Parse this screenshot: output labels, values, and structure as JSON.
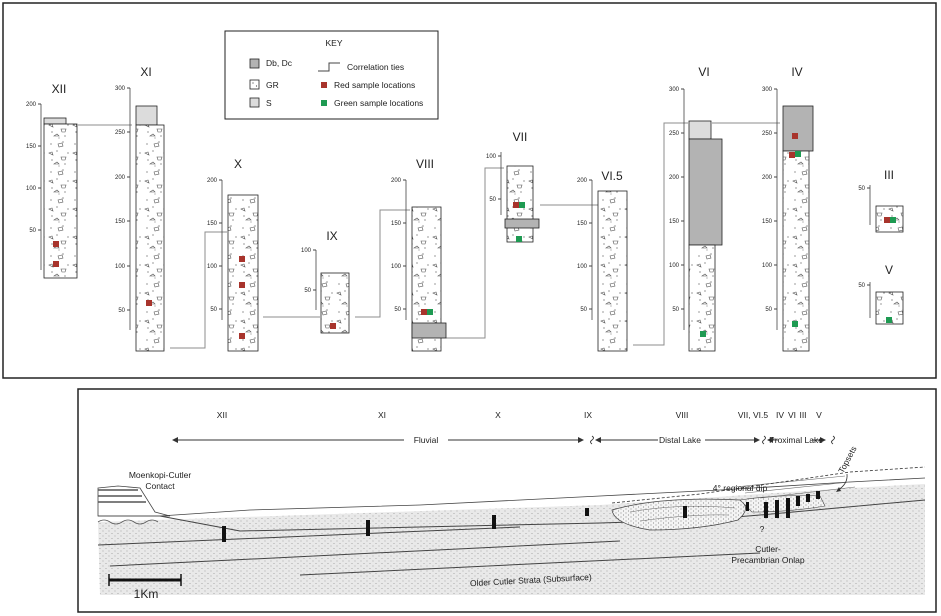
{
  "key": {
    "title": "KEY",
    "items": [
      {
        "name": "swatch-db-dc",
        "label": "Db, Dc",
        "color": "#b3b3b3"
      },
      {
        "name": "swatch-gr",
        "label": "GR"
      },
      {
        "name": "swatch-s",
        "label": "S",
        "color": "#dcdcdc"
      },
      {
        "name": "symbol-correlation-ties",
        "label": "Correlation ties"
      },
      {
        "name": "symbol-red-sample",
        "label": "Red sample locations",
        "color": "#a8342c"
      },
      {
        "name": "symbol-green-sample",
        "label": "Green sample locations",
        "color": "#1e9a52"
      }
    ]
  },
  "columns": [
    {
      "id": "XII",
      "ticks": [
        "200",
        "150",
        "100",
        "50"
      ]
    },
    {
      "id": "XI",
      "ticks": [
        "300",
        "250",
        "200",
        "150",
        "100",
        "50"
      ]
    },
    {
      "id": "X",
      "ticks": [
        "200",
        "150",
        "100",
        "50"
      ]
    },
    {
      "id": "IX",
      "ticks": [
        "100",
        "50"
      ]
    },
    {
      "id": "VIII",
      "ticks": [
        "200",
        "150",
        "100",
        "50"
      ]
    },
    {
      "id": "VII",
      "ticks": [
        "100",
        "50"
      ]
    },
    {
      "id": "VI.5",
      "ticks": [
        "200",
        "150",
        "100",
        "50"
      ]
    },
    {
      "id": "VI",
      "ticks": [
        "300",
        "250",
        "200",
        "150",
        "100",
        "50"
      ]
    },
    {
      "id": "IV",
      "ticks": [
        "300",
        "250",
        "200",
        "150",
        "100",
        "50"
      ]
    },
    {
      "id": "III",
      "ticks": [
        "50"
      ]
    },
    {
      "id": "V",
      "ticks": [
        "50"
      ]
    }
  ],
  "section": {
    "column_labels": [
      "XII",
      "XI",
      "X",
      "IX",
      "VIII",
      "VII, VI.5",
      "IV",
      "VI",
      "III",
      "V"
    ],
    "facies": [
      "Fluvial",
      "Distal Lake",
      "Proximal Lake"
    ],
    "annotations": {
      "contact_line1": "Moenkopi-Cutler",
      "contact_line2": "Contact",
      "dip": "4° regional dip",
      "topsets": "Topsets",
      "question": "?",
      "onlap_line1": "Cutler-",
      "onlap_line2": "Precambrian Onlap",
      "older": "Older Cutler Strata (Subsurface)"
    },
    "scale_label": "1Km"
  }
}
